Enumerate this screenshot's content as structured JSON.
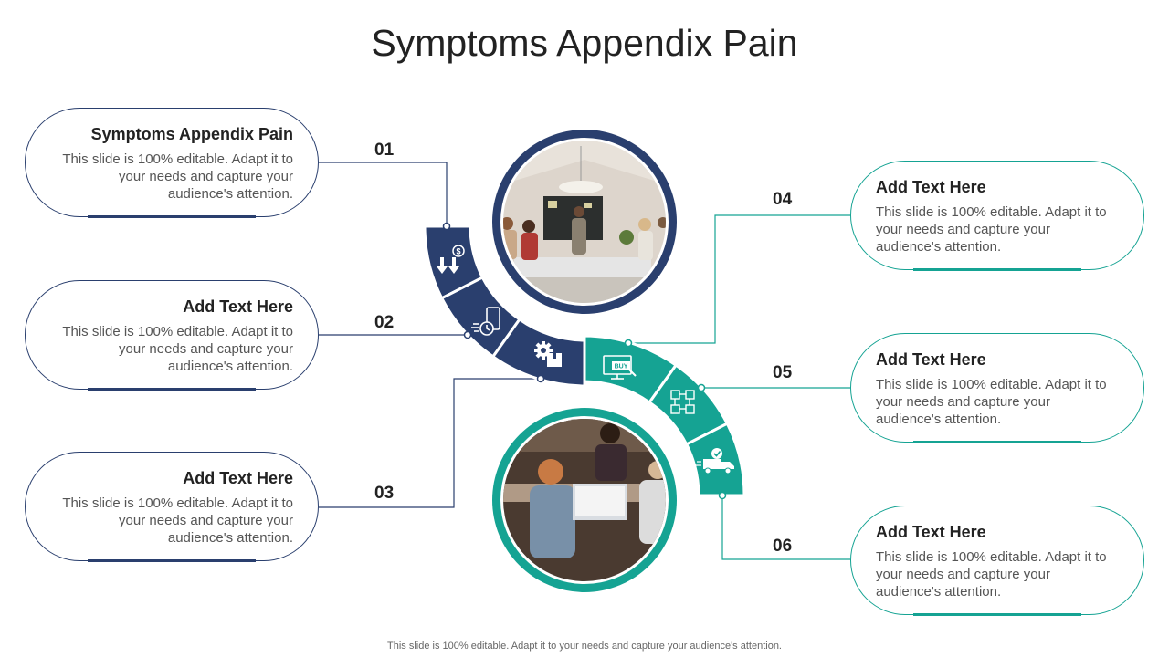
{
  "title": "Symptoms Appendix Pain",
  "footer": "This slide is 100% editable. Adapt it to your needs and capture your audience's attention.",
  "colors": {
    "navy": "#2a3f6e",
    "teal": "#15a393",
    "text": "#222222"
  },
  "steps": [
    {
      "number": "01",
      "title": "Symptoms Appendix Pain",
      "body": "This slide is 100% editable. Adapt it to your needs and capture your audience's attention.",
      "icon": "dollar-down-arrows-icon"
    },
    {
      "number": "02",
      "title": "Add Text Here",
      "body": "This slide is 100% editable. Adapt it to your needs and capture your audience's attention.",
      "icon": "mobile-clock-icon"
    },
    {
      "number": "03",
      "title": "Add Text Here",
      "body": "This slide is 100% editable. Adapt it to your needs and capture your audience's attention.",
      "icon": "gear-box-icon"
    },
    {
      "number": "04",
      "title": "Add Text Here",
      "body": "This slide is 100% editable. Adapt it to your needs and capture your audience's attention.",
      "icon": "buy-monitor-icon"
    },
    {
      "number": "05",
      "title": "Add Text Here",
      "body": "This slide is 100% editable. Adapt it to your needs and capture your audience's attention.",
      "icon": "network-boxes-icon"
    },
    {
      "number": "06",
      "title": "Add Text Here",
      "body": "This slide is 100% editable. Adapt it to your needs and capture your audience's attention.",
      "icon": "delivery-truck-icon"
    }
  ],
  "photos": [
    {
      "icon": "meeting-photo-icon"
    },
    {
      "icon": "team-laptop-photo-icon"
    }
  ]
}
